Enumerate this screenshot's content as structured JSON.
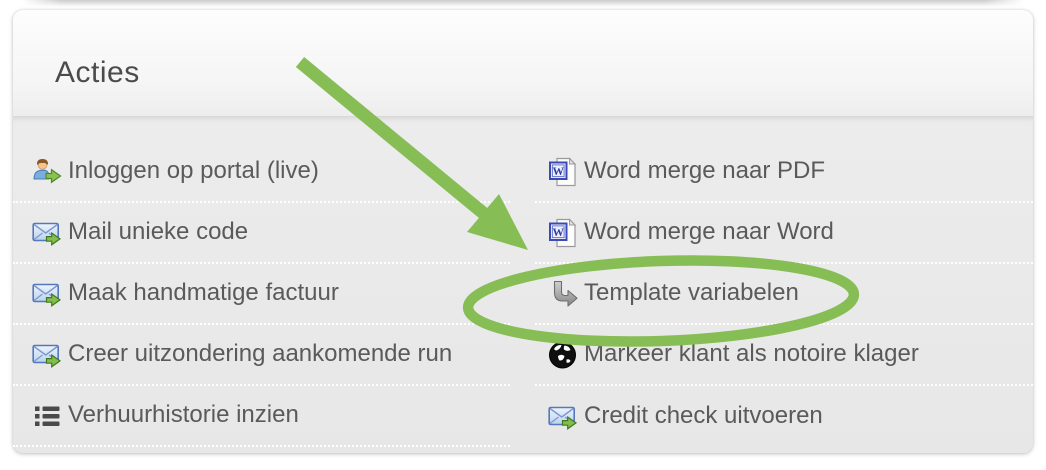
{
  "panel": {
    "title": "Acties"
  },
  "columns": {
    "left": [
      {
        "label": "Inloggen op portal (live)",
        "icon": "user-login"
      },
      {
        "label": "Mail unieke code",
        "icon": "mail-send"
      },
      {
        "label": "Maak handmatige factuur",
        "icon": "mail-send"
      },
      {
        "label": "Creer uitzondering aankomende run",
        "icon": "mail-send"
      },
      {
        "label": "Verhuurhistorie inzien",
        "icon": "list"
      }
    ],
    "right": [
      {
        "label": "Word merge naar PDF",
        "icon": "word-document"
      },
      {
        "label": "Word merge naar Word",
        "icon": "word-document"
      },
      {
        "label": "Template variabelen",
        "icon": "bent-arrow",
        "highlighted": true
      },
      {
        "label": "Markeer klant als notoire klager",
        "icon": "globe"
      },
      {
        "label": "Credit check uitvoeren",
        "icon": "mail-send"
      }
    ]
  },
  "annotation": {
    "highlight_color": "#87bd55"
  }
}
